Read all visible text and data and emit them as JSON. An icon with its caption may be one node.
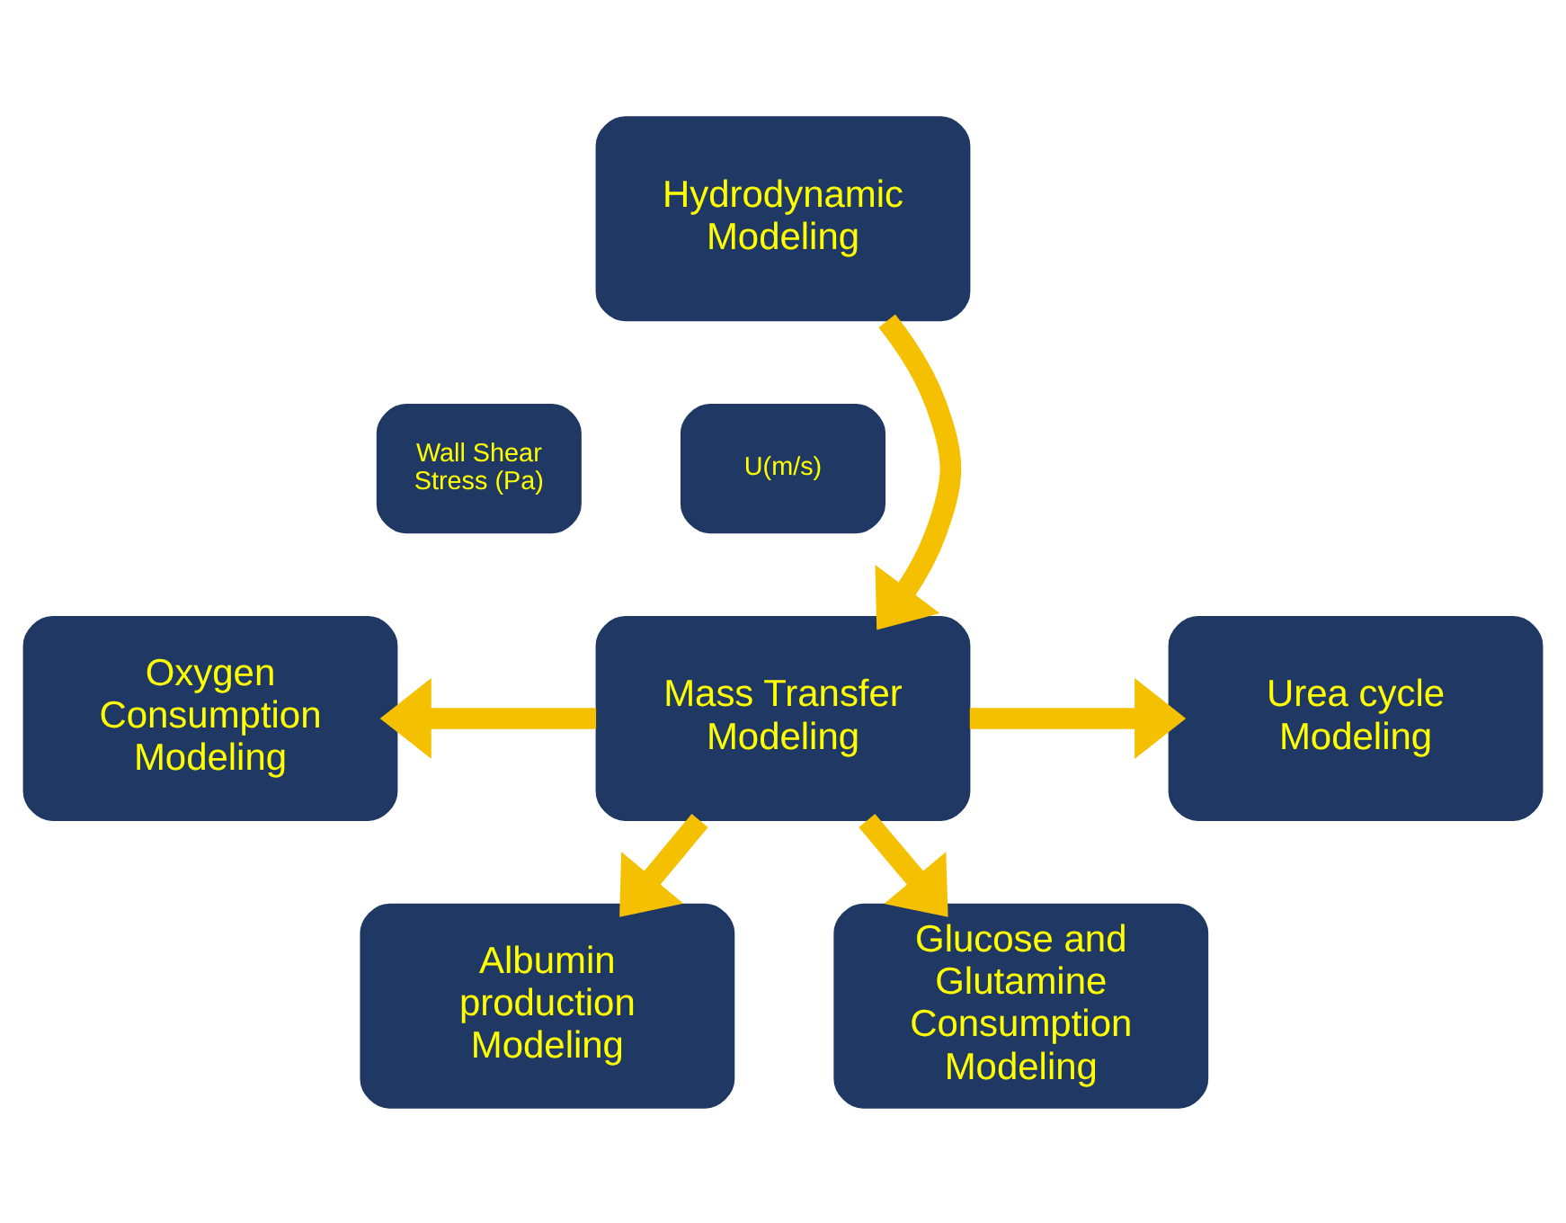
{
  "diagram": {
    "nodes": [
      {
        "text": [
          "Hydrodynamic Modeling"
        ]
      },
      {
        "text": [
          "Wall Shear Stress (Pa)"
        ]
      },
      {
        "text": [
          "U(m/s)"
        ]
      },
      {
        "text": [
          "Oxygen Consumption Modeling"
        ]
      },
      {
        "text": [
          "Mass Transfer Modeling"
        ]
      },
      {
        "text": [
          "Urea cycle Modeling"
        ]
      },
      {
        "text": [
          "Albumin production Modeling"
        ]
      },
      {
        "text": [
          "Glucose and Glutamine Consumption Modeling"
        ]
      }
    ],
    "edges": [
      {
        "from": 0,
        "to": 4,
        "arrow": "to"
      },
      {
        "from": 4,
        "to": 3,
        "arrow": "to"
      },
      {
        "from": 4,
        "to": 5,
        "arrow": "to"
      },
      {
        "from": 4,
        "to": 6,
        "arrow": "to"
      },
      {
        "from": 4,
        "to": 7,
        "arrow": "to"
      }
    ]
  }
}
